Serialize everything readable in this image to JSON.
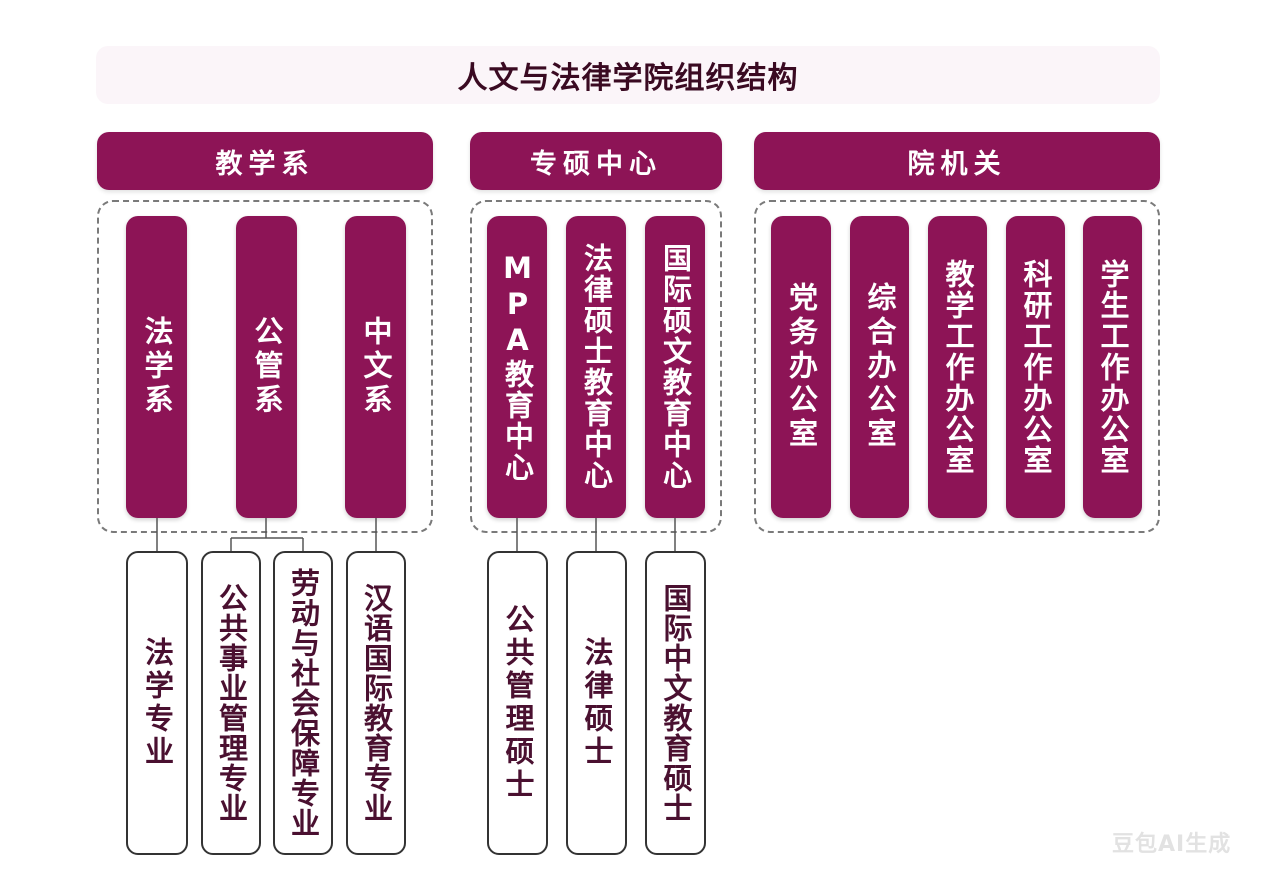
{
  "title": "人文与法律学院组织结构",
  "groups": [
    {
      "header": "教学系",
      "units": [
        "法学系",
        "公管系",
        "中文系"
      ],
      "programs": [
        "法学专业",
        "公共事业管理专业",
        "劳动与社会保障专业",
        "汉语国际教育专业"
      ]
    },
    {
      "header": "专硕中心",
      "units": [
        "MPA教育中心",
        "法律硕士教育中心",
        "国际硕文教育中心"
      ],
      "programs": [
        "公共管理硕士",
        "法律硕士",
        "国际中文教育硕士"
      ]
    },
    {
      "header": "院机关",
      "units": [
        "党务办公室",
        "综合办公室",
        "教学工作办公室",
        "科研工作办公室",
        "学生工作办公室"
      ]
    }
  ],
  "watermark": "豆包AI生成",
  "colors": {
    "accent": "#8d1456",
    "title_bg": "#fbf5f9",
    "dashed": "#7a7a7a"
  }
}
